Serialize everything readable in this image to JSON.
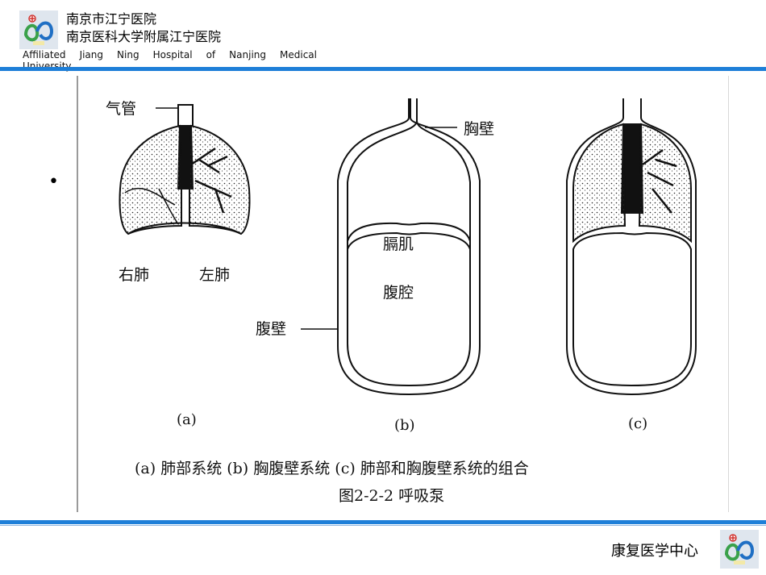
{
  "header": {
    "hospital_name_1": "南京市江宁医院",
    "hospital_name_2": "南京医科大学附属江宁医院",
    "hospital_name_en_1": "Affiliated Jiang Ning Hospital of Nanjing Medical",
    "hospital_name_en_2": "University"
  },
  "slide": {
    "bullet": "•"
  },
  "figure": {
    "labels": {
      "trachea": "气管",
      "right_lung": "右肺",
      "left_lung": "左肺",
      "chest_wall": "胸壁",
      "diaphragm": "膈肌",
      "abdominal_cavity": "腹腔",
      "abdominal_wall": "腹壁"
    },
    "sub_labels": [
      "(a)",
      "(b)",
      "(c)"
    ],
    "caption": "(a) 肺部系统 (b) 胸腹壁系统 (c) 肺部和胸腹壁系统的组合",
    "title": "图2-2-2 呼吸泵"
  },
  "footer": {
    "department": "康复医学中心"
  },
  "colors": {
    "accent_rule": "#1e7fd8",
    "logo_green": "#3aa14a",
    "logo_blue": "#1f6fc4"
  }
}
